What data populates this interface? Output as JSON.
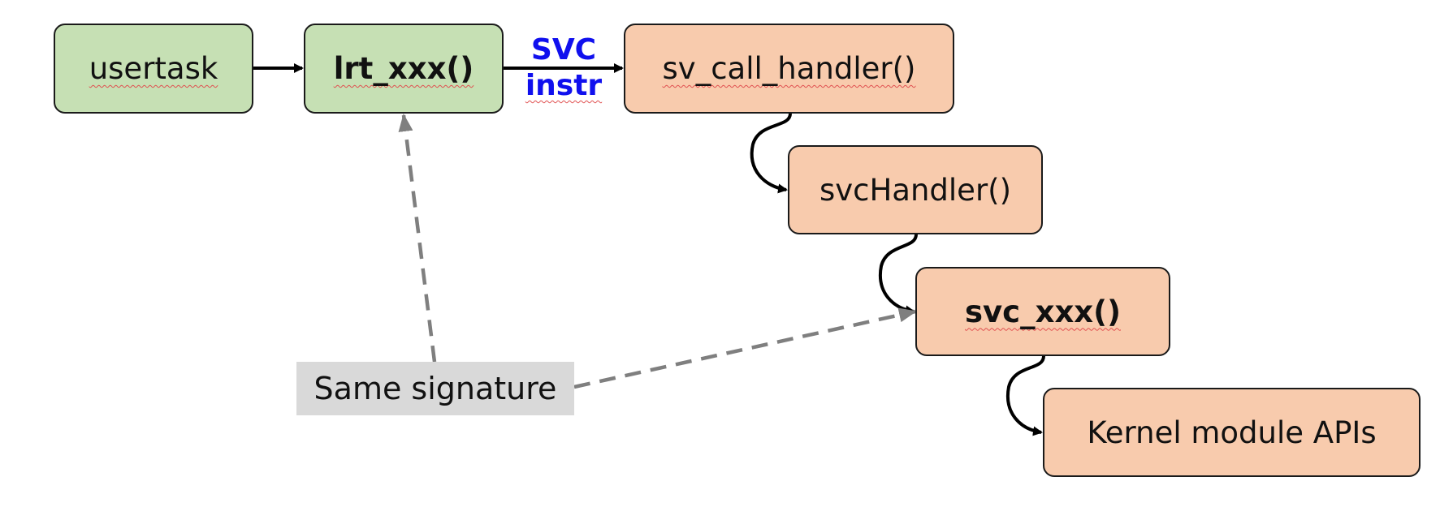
{
  "diagram": {
    "nodes": {
      "usertask": {
        "label": "usertask",
        "fill": "#c6e0b4"
      },
      "lrt": {
        "label": "lrt_xxx()",
        "fill": "#c6e0b4"
      },
      "svcall": {
        "label": "sv_call_handler()",
        "fill": "#f8cbad"
      },
      "svchandler": {
        "label": "svcHandler()",
        "fill": "#f8cbad"
      },
      "svcxxx": {
        "label": "svc_xxx()",
        "fill": "#f8cbad"
      },
      "kernel": {
        "label": "Kernel module APIs",
        "fill": "#f8cbad"
      }
    },
    "edge_label": {
      "line1": "SVC",
      "line2": "instr",
      "color": "#1010ee"
    },
    "annotation": {
      "label": "Same signature",
      "fill": "#d9d9d9"
    },
    "colors": {
      "arrow": "#000000",
      "dashed_arrow": "#7f7f7f",
      "border": "#1a1a1a"
    }
  }
}
